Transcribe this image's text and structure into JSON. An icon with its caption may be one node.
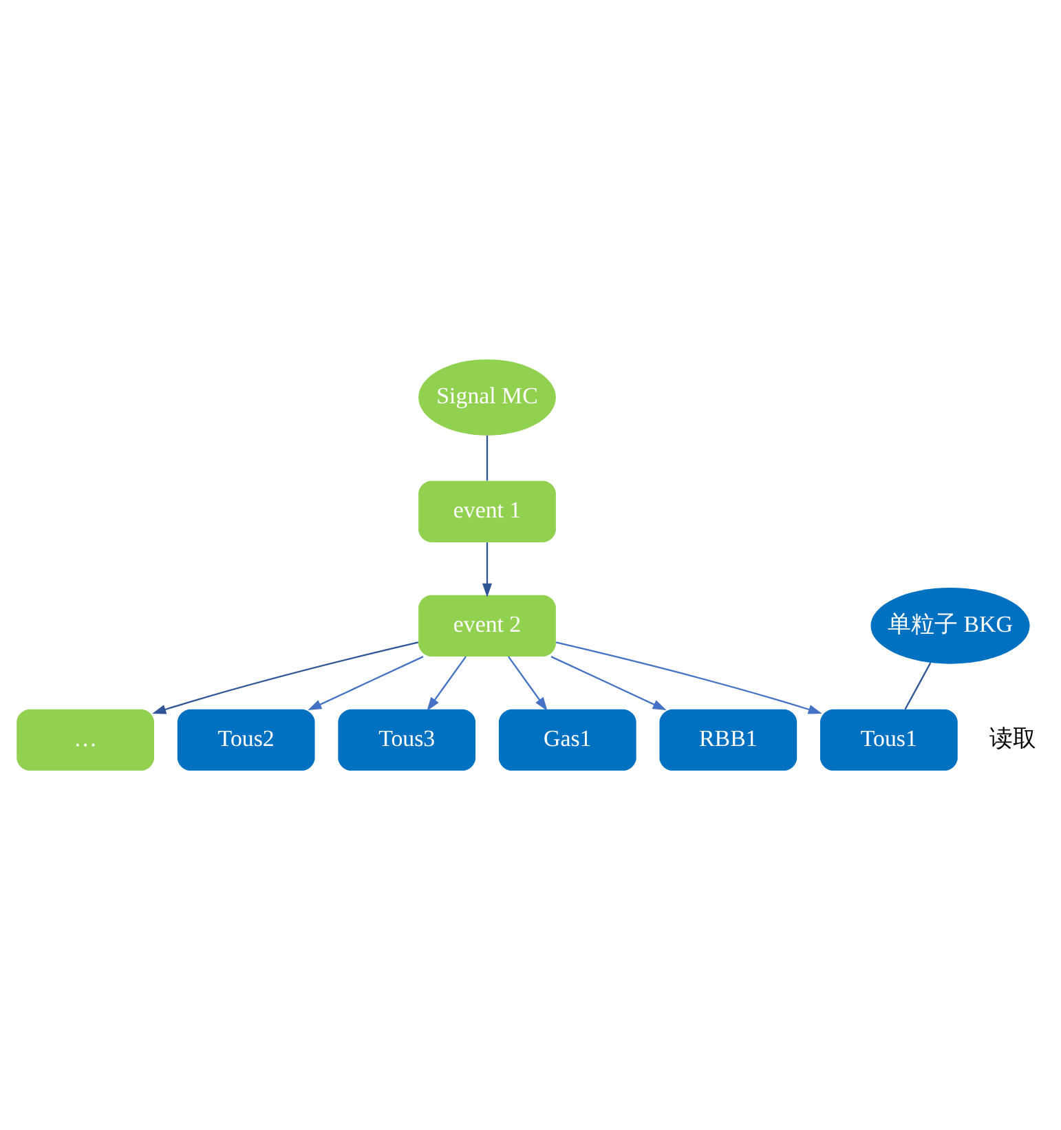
{
  "diagram": {
    "nodes": [
      {
        "text": [
          "Signal MC"
        ]
      },
      {
        "text": [
          "event 1"
        ]
      },
      {
        "text": [
          "event 2"
        ]
      },
      {
        "text": [
          "…"
        ]
      },
      {
        "text": [
          "单粒子 BKG"
        ]
      },
      {
        "text": [
          "Tous1"
        ]
      },
      {
        "text": [
          "Tous2"
        ]
      },
      {
        "text": [
          "Tous3"
        ]
      },
      {
        "text": [
          "Gas1"
        ]
      },
      {
        "text": [
          "RBB1"
        ]
      }
    ],
    "edges": [
      {
        "from": 0,
        "to": 1,
        "arrow": "none",
        "color": "#2f5597"
      },
      {
        "from": 1,
        "to": 2,
        "arrow": "to",
        "color": "#2f5597"
      },
      {
        "from": 2,
        "to": 3,
        "arrow": "to",
        "color": "#2f5597"
      },
      {
        "from": 4,
        "to": 5,
        "arrow": "none",
        "color": "#2f5597"
      },
      {
        "from": 2,
        "to": 5,
        "arrow": "to"
      },
      {
        "from": 2,
        "to": 6,
        "arrow": "to"
      },
      {
        "from": 2,
        "to": 7,
        "arrow": "to"
      },
      {
        "from": 2,
        "to": 8,
        "arrow": "to"
      },
      {
        "from": 2,
        "to": 9,
        "arrow": "to"
      }
    ],
    "labels": [
      "读取"
    ]
  }
}
